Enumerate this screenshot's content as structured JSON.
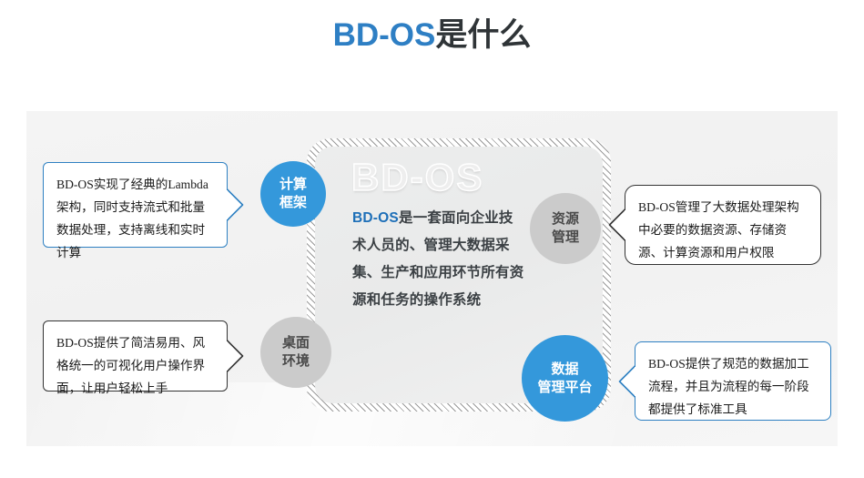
{
  "slide": {
    "title_en": "BD-OS",
    "title_cn": "是什么"
  },
  "center": {
    "watermark": "BD-OS",
    "highlight": "BD-OS",
    "body": "是一套面向企业技术人员的、管理大数据采集、生产和应用环节所有资源和任务的操作系统"
  },
  "circles": [
    {
      "id": "compute",
      "label_line1": "计算",
      "label_line2": "框架",
      "color": "#3498db",
      "text_color": "#ffffff"
    },
    {
      "id": "desktop",
      "label_line1": "桌面",
      "label_line2": "环境",
      "color": "#cbcbcb",
      "text_color": "#4a4a4a"
    },
    {
      "id": "resource",
      "label_line1": "资源",
      "label_line2": "管理",
      "color": "#cbcbcb",
      "text_color": "#4a4a4a"
    },
    {
      "id": "data",
      "label_line1": "数据",
      "label_line2": "管理平台",
      "color": "#3498db",
      "text_color": "#ffffff"
    }
  ],
  "callouts": {
    "compute": {
      "text": "BD-OS实现了经典的Lambda架构，同时支持流式和批量数据处理，支持离线和实时计算",
      "border": "#2e80c2"
    },
    "desktop": {
      "text": "BD-OS提供了简洁易用、风格统一的可视化用户操作界面，让用户轻松上手",
      "border": "#333333"
    },
    "resource": {
      "text": "BD-OS管理了大数据处理架构中必要的数据资源、存储资源、计算资源和用户权限",
      "border": "#333333"
    },
    "data": {
      "text": "BD-OS提供了规范的数据加工流程，并且为流程的每一阶段都提供了标准工具",
      "border": "#2e80c2"
    }
  },
  "colors": {
    "accent_blue": "#3498db",
    "title_blue": "#2e7fc4",
    "title_dark": "#2f3437",
    "panel_bg": "#f2f2f2",
    "circle_gray": "#cbcbcb"
  }
}
